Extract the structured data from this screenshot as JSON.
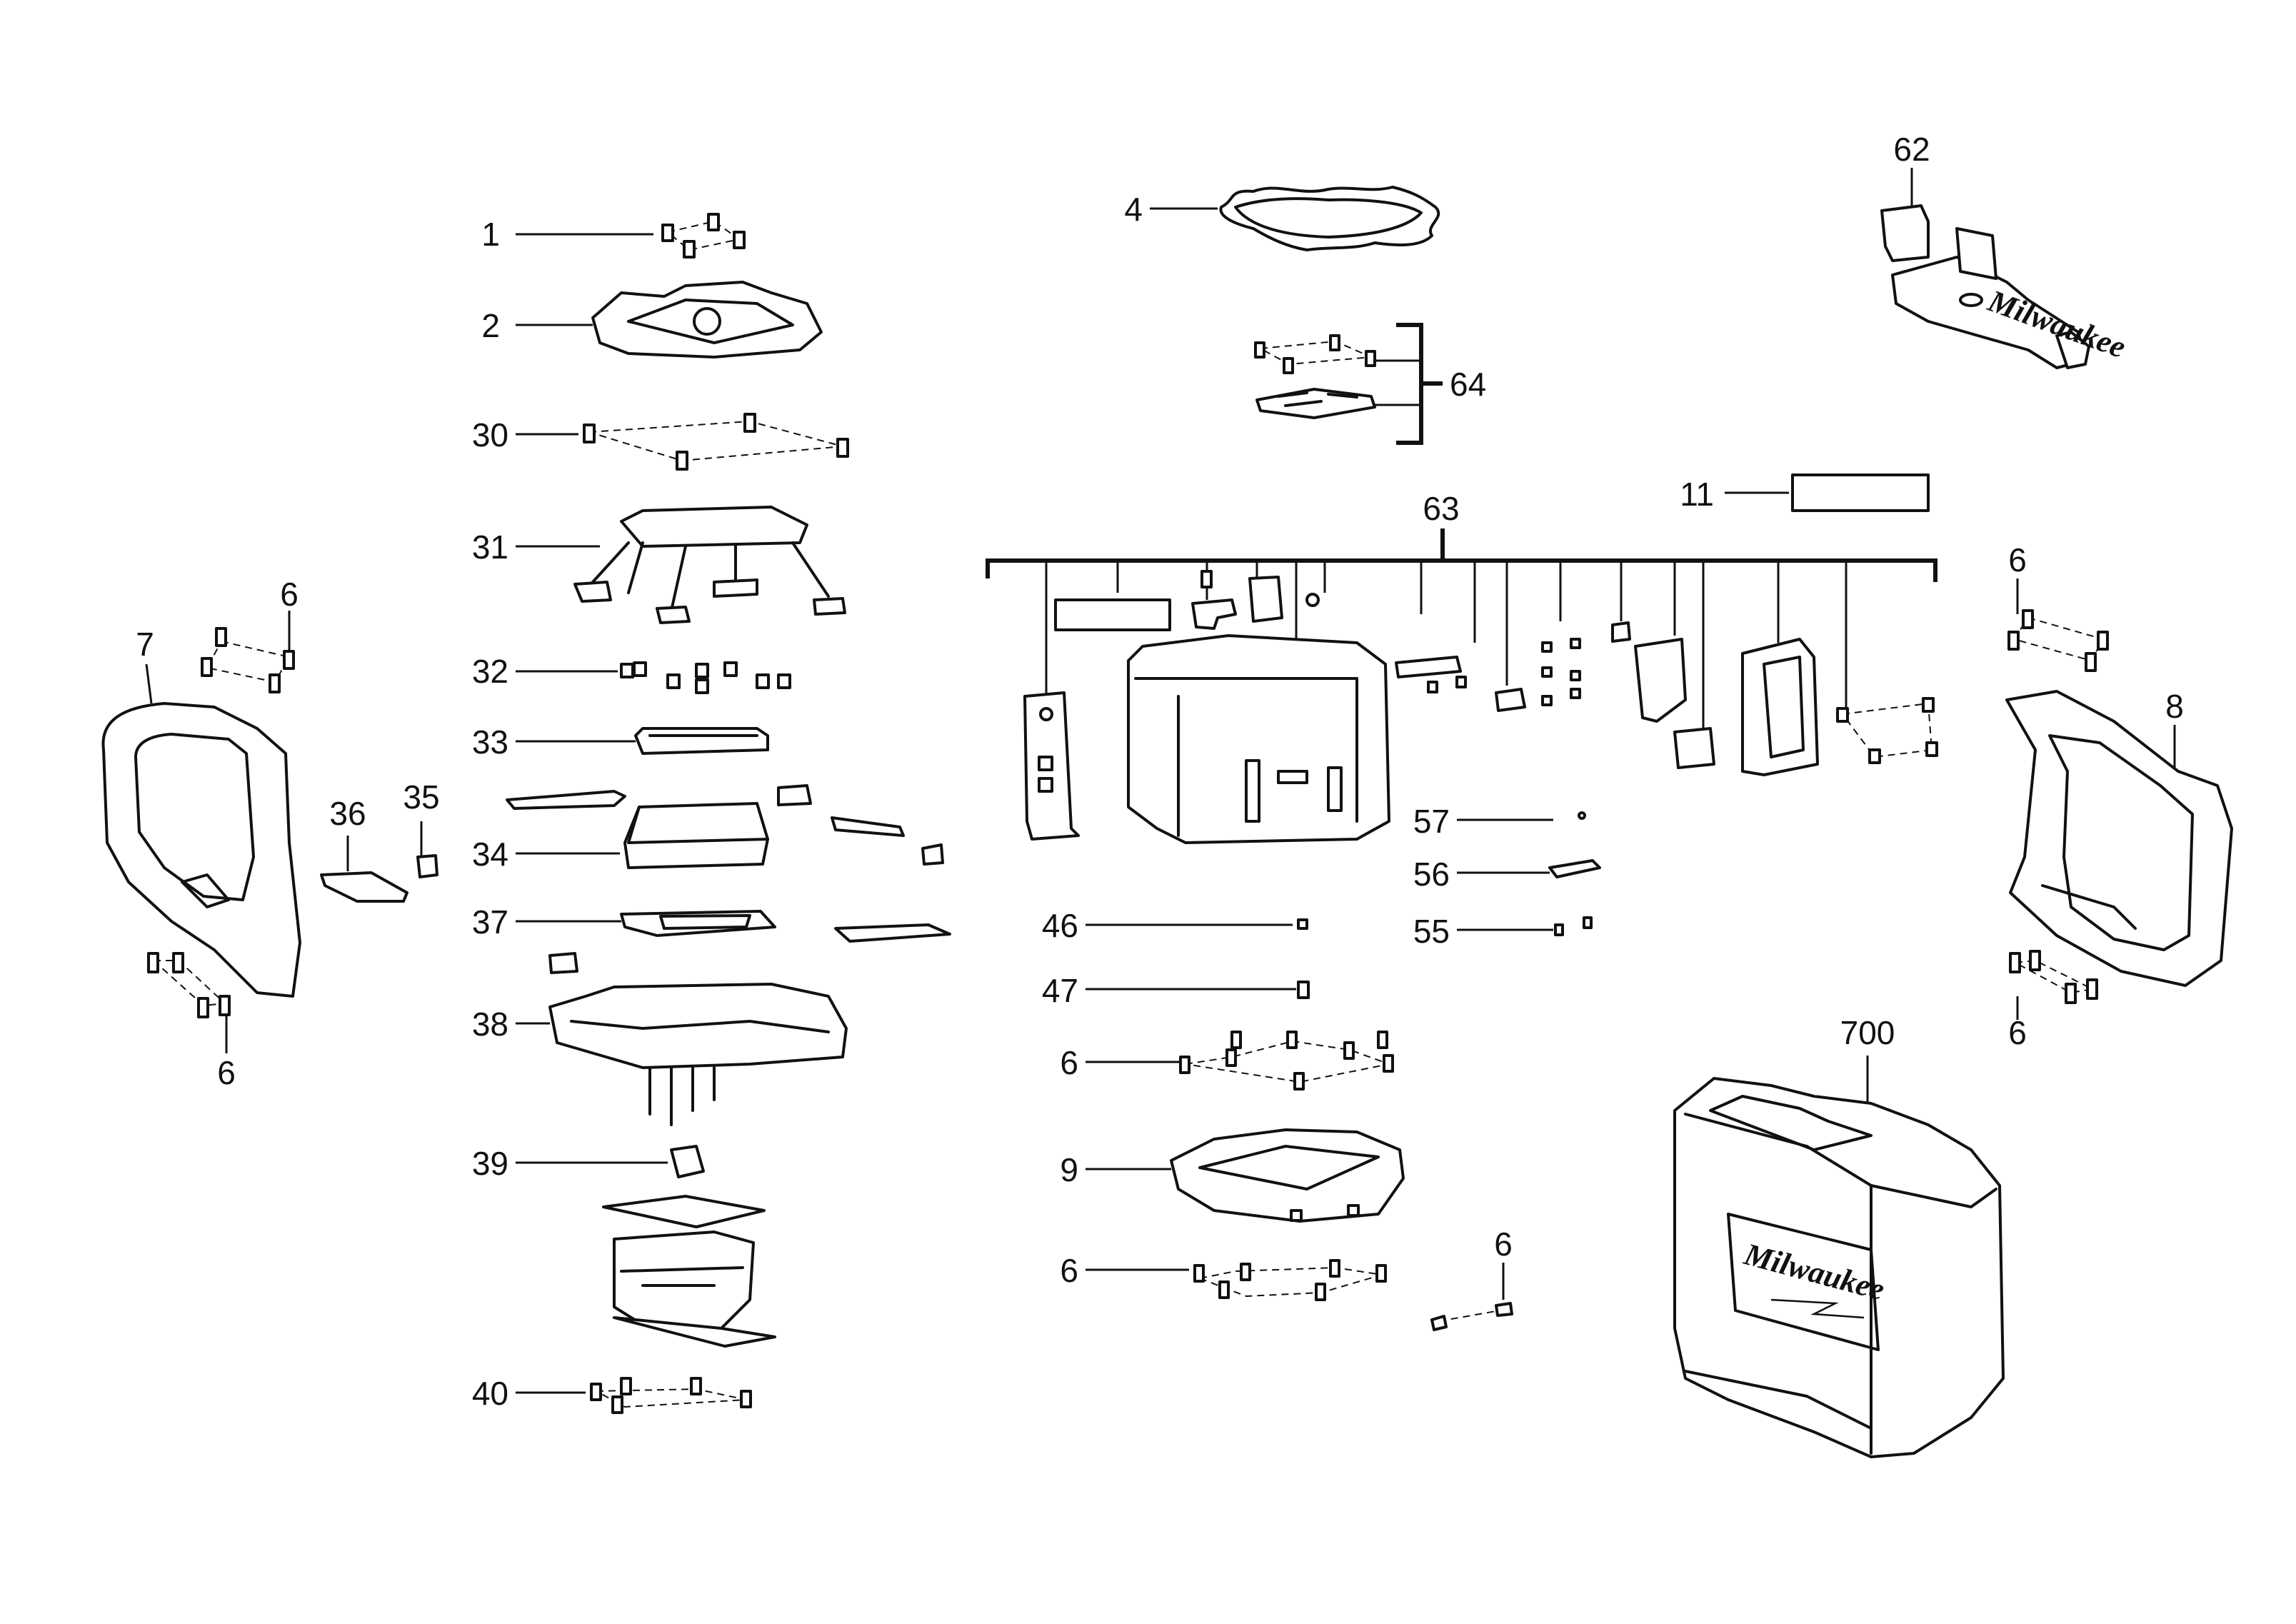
{
  "callouts": {
    "c1": "1",
    "c2": "2",
    "c4": "4",
    "c6": "6",
    "c7": "7",
    "c8": "8",
    "c9": "9",
    "c11": "11",
    "c30": "30",
    "c31": "31",
    "c32": "32",
    "c33": "33",
    "c34": "34",
    "c35": "35",
    "c36": "36",
    "c37": "37",
    "c38": "38",
    "c39": "39",
    "c40": "40",
    "c46": "46",
    "c47": "47",
    "c55": "55",
    "c56": "56",
    "c57": "57",
    "c62": "62",
    "c63": "63",
    "c64": "64",
    "c700": "700"
  },
  "case_brand": "Milwaukee",
  "colors": {
    "line": "#111111",
    "background": "#ffffff"
  }
}
